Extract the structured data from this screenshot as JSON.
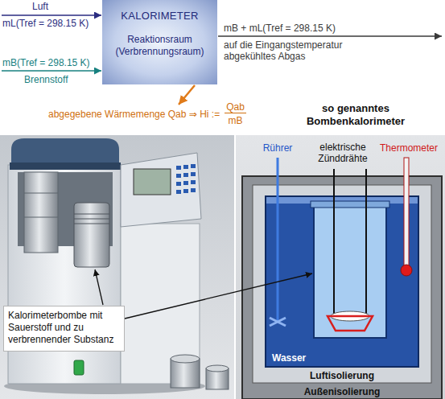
{
  "diagram": {
    "nodes": [
      {
        "text": [
          "KALORIMETER",
          "Reaktionsraum (Verbrennungsraum)"
        ]
      },
      {
        "text": [
          "Kalorimeterbombe mit Sauerstoff und zu verbrennender Substanz"
        ]
      },
      {
        "text": [
          "Außenisolierung"
        ]
      },
      {
        "text": [
          "Luftisolierung"
        ],
        "in": 2
      },
      {
        "text": [
          "Wasser"
        ],
        "in": 3
      }
    ],
    "labels": [
      "Luft",
      "mL(Tref = 298.15 K)",
      "mB(Tref = 298.15 K)",
      "Brennstoff",
      "mB + mL(Tref = 298.15 K)",
      "auf die Eingangstemperatur abgekühltes Abgas",
      "abgegebene Wärmemenge Qab ⇒ Hi :=",
      "Qab",
      "mB",
      "so genanntes Bombenkalorimeter",
      "Rührer",
      "Thermometer",
      "elektrische Zünddrähte"
    ]
  }
}
